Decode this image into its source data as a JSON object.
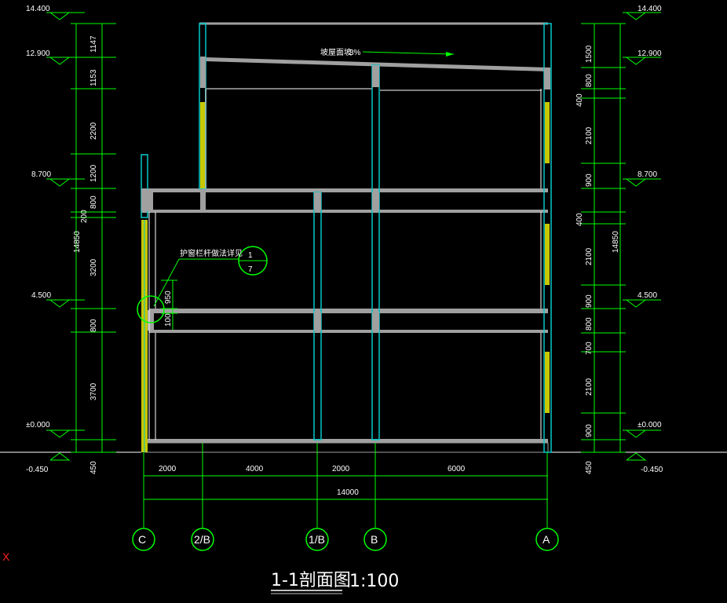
{
  "title": {
    "main": "1-1剖面图",
    "scale": "1:100"
  },
  "roof_note": {
    "label": "坡屋面坡",
    "slope": "3%"
  },
  "detail_note": {
    "label": "护窗栏杆做法详见",
    "numerator": "1",
    "denominator": "7"
  },
  "colors": {
    "background": "#000000",
    "dimension": "#00ff00",
    "wall": "#ffffff",
    "column": "#00c8c8",
    "slab": "#a0a0a0",
    "window": "#e0e000",
    "cursor": "#ff0000"
  },
  "elevations_left": [
    "14.400",
    "12.900",
    "8.700",
    "4.500",
    "±0.000",
    "-0.450"
  ],
  "elevations_right": [
    "14.400",
    "12.900",
    "8.700",
    "4.500",
    "±0.000",
    "-0.450"
  ],
  "left_dims": [
    "1147",
    "1153",
    "2200",
    "1200",
    "800",
    "200",
    "3200",
    "800",
    "3700",
    "450"
  ],
  "left_total": "14850",
  "right_dims": [
    "1500",
    "800",
    "400",
    "2100",
    "900",
    "400",
    "2100",
    "900",
    "800",
    "700",
    "2100",
    "900",
    "450"
  ],
  "right_total": "14850",
  "railing_dims": [
    "950",
    "100"
  ],
  "bottom_dims": [
    "2000",
    "4000",
    "2000",
    "6000"
  ],
  "bottom_total": "14000",
  "axes": [
    "C",
    "2/B",
    "1/B",
    "B",
    "A"
  ],
  "cursor_mark": "X"
}
